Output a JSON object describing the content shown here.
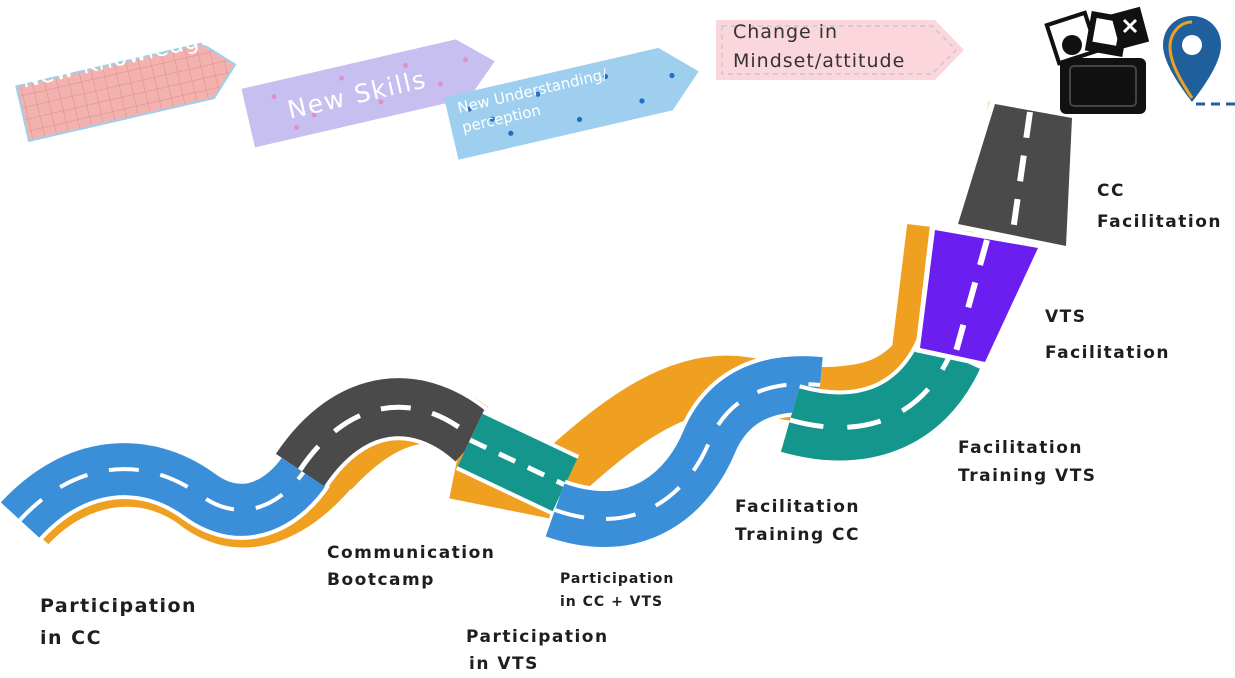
{
  "banners": {
    "knowledge": "New Knowledge",
    "skills": "New Skills",
    "understanding_line1": "New Understanding/",
    "understanding_line2": "perception",
    "mindset_line1": "Change in",
    "mindset_line2": "Mindset/attitude"
  },
  "stages": {
    "participation_cc": [
      "Participation",
      "in  CC"
    ],
    "communication_bootcamp": [
      "Communication",
      "Bootcamp"
    ],
    "participation_vts": [
      "Participation",
      "in VTS"
    ],
    "participation_cc_vts": [
      "Participation",
      "in  CC + VTS"
    ],
    "facilitation_training_cc": [
      "Facilitation",
      "Training CC"
    ],
    "facilitation_training_vts": [
      "Facilitation",
      "Training VTS"
    ],
    "vts_facilitation": [
      "VTS",
      "Facilitation"
    ],
    "cc_facilitation": [
      "CC",
      "Facilitation"
    ]
  },
  "colors": {
    "road_blue": "#3b8fd8",
    "road_dark": "#4a4a4a",
    "road_teal": "#14968d",
    "road_purple": "#6a1ff0",
    "road_edge": "#f0a020",
    "banner_pink": "#f2b8b6",
    "banner_lavender": "#c6bff0",
    "banner_sky": "#9ecfee",
    "banner_blush": "#fbd6dc",
    "pin_blue": "#1f5f9c",
    "pin_orange": "#f0a020"
  },
  "icons": [
    "luggage-icon",
    "location-pin-icon"
  ]
}
